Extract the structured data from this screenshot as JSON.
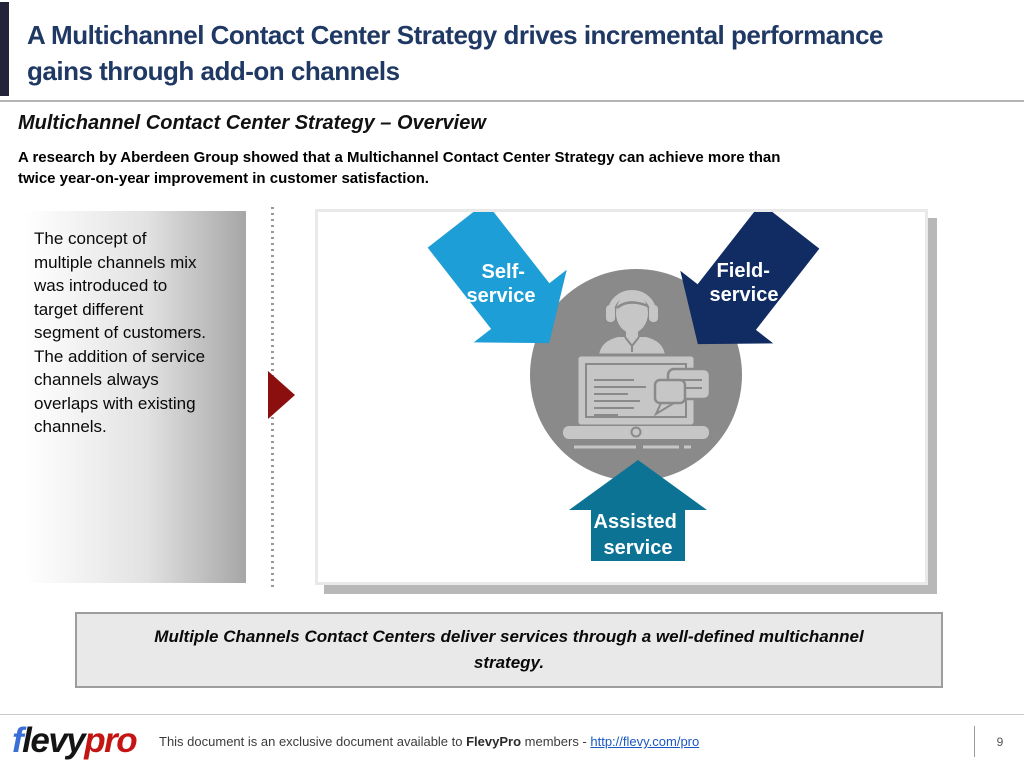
{
  "slide": {
    "title": "A Multichannel Contact Center Strategy drives incremental performance\ngains through add-on channels",
    "subtitle": "Multichannel Contact Center Strategy – Overview",
    "lead": "A research by Aberdeen Group showed that a Multichannel Contact Center Strategy can achieve more than\ntwice year-on-year improvement in customer satisfaction.",
    "left_note": "The concept of\nmultiple channels mix\nwas introduced to\ntarget different\nsegment of customers.\nThe addition of service\nchannels always\noverlaps with existing\nchannels.",
    "caption": "Multiple Channels Contact Centers deliver services through a well-defined multichannel\nstrategy."
  },
  "diagram": {
    "center_icon": "support-agent-at-computer-with-chat",
    "colors": {
      "circle_gray": "#8a8a8a",
      "icon_light_gray": "#c6c6c6",
      "accent_red": "#8c0f0f",
      "title_navy": "#1f3864"
    },
    "channels": [
      {
        "name": "self-service",
        "line1": "Self-",
        "line2": "service",
        "color": "#1e9ed6"
      },
      {
        "name": "field-service",
        "line1": "Field-",
        "line2": "service",
        "color": "#102c63"
      },
      {
        "name": "assisted-service",
        "line1": "Assisted",
        "line2": "service",
        "color": "#0c7394"
      }
    ]
  },
  "footer": {
    "logo": {
      "part1": "f",
      "part2": "levy",
      "part3": "pro"
    },
    "note_prefix": "This document is an exclusive document available to ",
    "note_brand": "FlevyPro",
    "note_middle": " members - ",
    "note_link": "http://flevy.com/pro",
    "page_number": "9"
  }
}
